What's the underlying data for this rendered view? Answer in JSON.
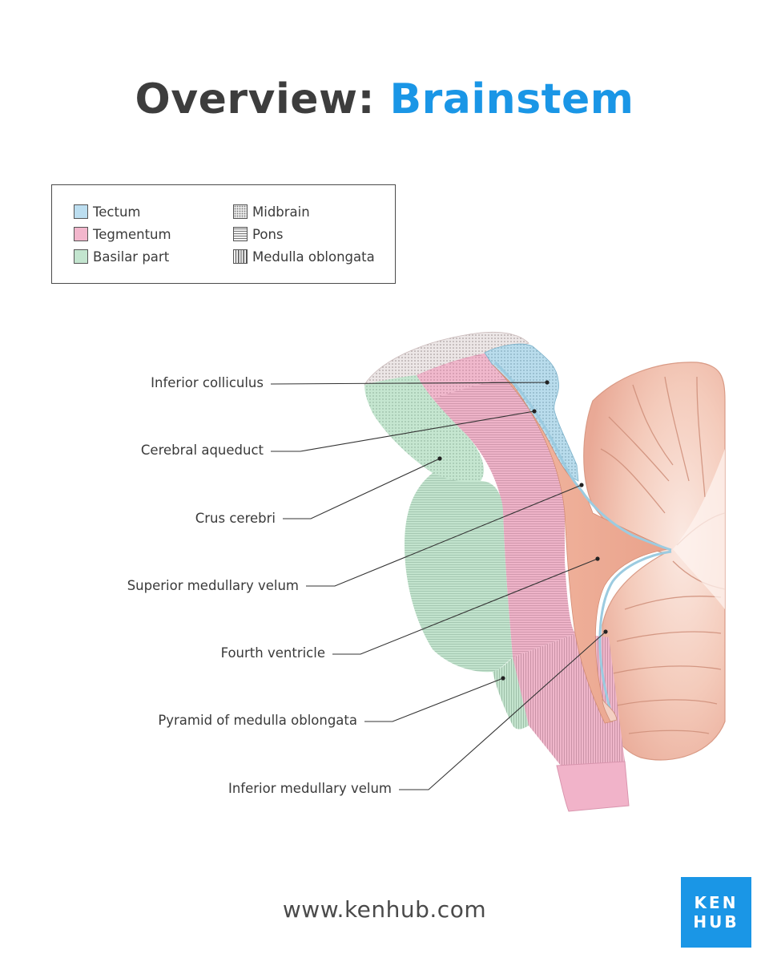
{
  "title": {
    "prefix": "Overview:",
    "highlight": "Brainstem"
  },
  "legend": {
    "items": [
      {
        "label": "Tectum",
        "color": "#bcdef0"
      },
      {
        "label": "Tegmentum",
        "color": "#f2b6cc"
      },
      {
        "label": "Basilar part",
        "color": "#c3e5cf"
      },
      {
        "label": "Midbrain",
        "pattern": "dots"
      },
      {
        "label": "Pons",
        "pattern": "horizontal-lines"
      },
      {
        "label": "Medulla oblongata",
        "pattern": "vertical-lines"
      }
    ]
  },
  "labels": [
    "Inferior colliculus",
    "Cerebral aqueduct",
    "Crus cerebri",
    "Superior medullary velum",
    "Fourth ventricle",
    "Pyramid of medulla oblongata",
    "Inferior medullary velum"
  ],
  "footer": {
    "url": "www.kenhub.com",
    "logo_line1": "KEN",
    "logo_line2": "HUB"
  },
  "colors": {
    "title_accent": "#1a96e6",
    "tectum": "#bcdef0",
    "tegmentum": "#f2b6cc",
    "basilar": "#c3e5cf",
    "cerebellum": "#f2c2b0",
    "brand": "#1a96e6"
  }
}
